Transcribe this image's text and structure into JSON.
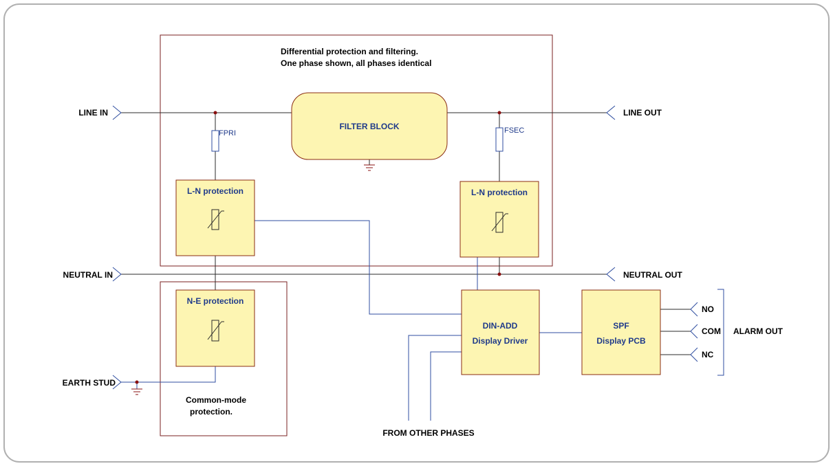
{
  "colors": {
    "frame": "#b0b0b0",
    "box_border": "#7a1f1f",
    "block_fill": "#fdf5b2",
    "block_border": "#8a2d12",
    "signal_wire": "#2f4ea0",
    "power_wire": "#2a2a2a",
    "junction": "#8a1010",
    "ground": "#8a1010",
    "label_text": "#000000",
    "block_text": "#1f3a8a"
  },
  "diagram": {
    "top_note_line1": "Differential protection and filtering.",
    "top_note_line2": "One phase shown, all phases identical",
    "common_mode_line1": "Common-mode",
    "common_mode_line2": "protection.",
    "ports": {
      "line_in": "LINE IN",
      "line_out": "LINE OUT",
      "neutral_in": "NEUTRAL IN",
      "neutral_out": "NEUTRAL OUT",
      "earth_stud": "EARTH STUD",
      "from_other_phases": "FROM OTHER PHASES",
      "alarm_out": "ALARM OUT"
    },
    "fuses": {
      "primary": "FPRI",
      "secondary": "FSEC"
    },
    "blocks": {
      "filter": "FILTER BLOCK",
      "ln_left": "L-N protection",
      "ln_right": "L-N protection",
      "ne": "N-E protection",
      "din_line1": "DIN-ADD",
      "din_line2": "Display Driver",
      "spf_line1": "SPF",
      "spf_line2": "Display PCB"
    },
    "alarm_contacts": {
      "no": "NO",
      "com": "COM",
      "nc": "NC"
    }
  }
}
